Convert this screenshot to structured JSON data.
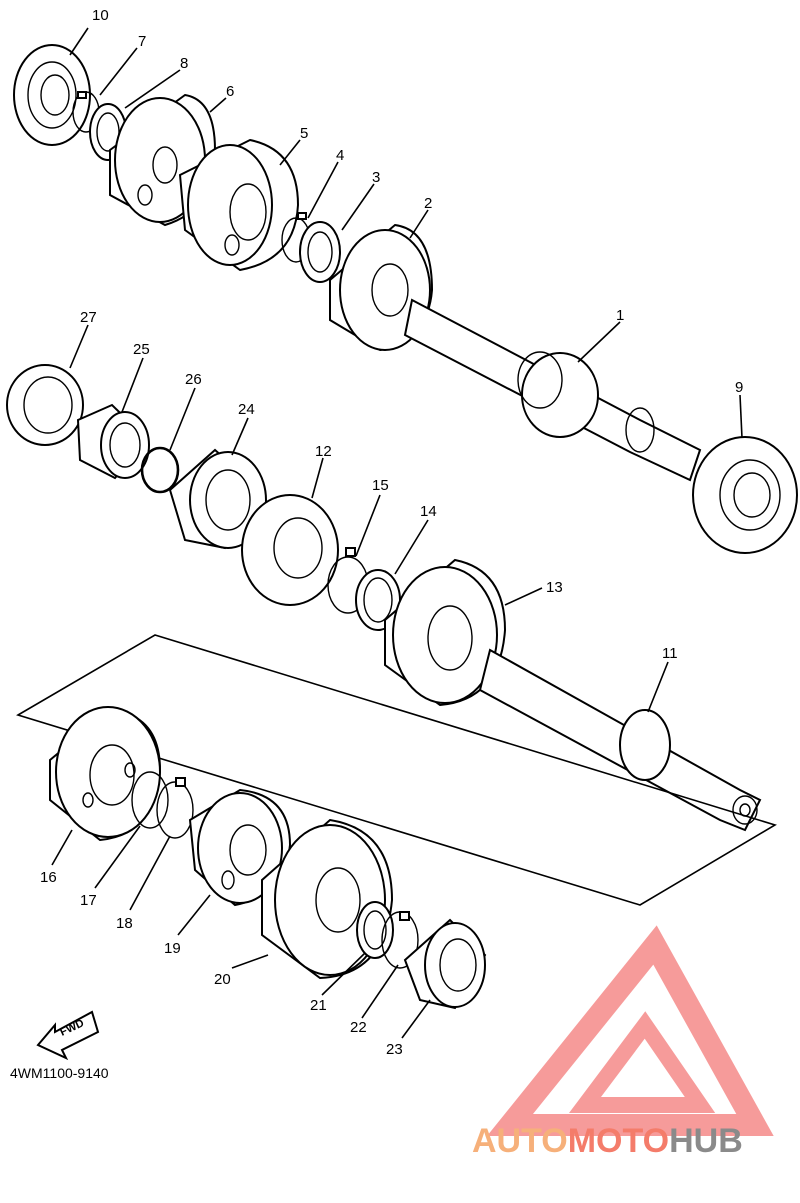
{
  "diagram": {
    "part_code": "4WM1100-9140",
    "direction_label": "FWD",
    "labels": [
      {
        "id": "1",
        "text": "1"
      },
      {
        "id": "2",
        "text": "2"
      },
      {
        "id": "3",
        "text": "3"
      },
      {
        "id": "4",
        "text": "4"
      },
      {
        "id": "5",
        "text": "5"
      },
      {
        "id": "6",
        "text": "6"
      },
      {
        "id": "7",
        "text": "7"
      },
      {
        "id": "8",
        "text": "8"
      },
      {
        "id": "9",
        "text": "9"
      },
      {
        "id": "10",
        "text": "10"
      },
      {
        "id": "11",
        "text": "11"
      },
      {
        "id": "12",
        "text": "12"
      },
      {
        "id": "13",
        "text": "13"
      },
      {
        "id": "14",
        "text": "14"
      },
      {
        "id": "15",
        "text": "15"
      },
      {
        "id": "16",
        "text": "16"
      },
      {
        "id": "17",
        "text": "17"
      },
      {
        "id": "18",
        "text": "18"
      },
      {
        "id": "19",
        "text": "19"
      },
      {
        "id": "20",
        "text": "20"
      },
      {
        "id": "21",
        "text": "21"
      },
      {
        "id": "22",
        "text": "22"
      },
      {
        "id": "23",
        "text": "23"
      },
      {
        "id": "24",
        "text": "24"
      },
      {
        "id": "25",
        "text": "25"
      },
      {
        "id": "26",
        "text": "26"
      },
      {
        "id": "27",
        "text": "27"
      }
    ]
  },
  "watermark": {
    "part1": "AUTO",
    "part2": "MOTO",
    "part3": "HUB",
    "color1": "#f6b07a",
    "color2": "#f47c6a",
    "color3": "#8a8a8a",
    "triangle_color": "#f58a88"
  }
}
